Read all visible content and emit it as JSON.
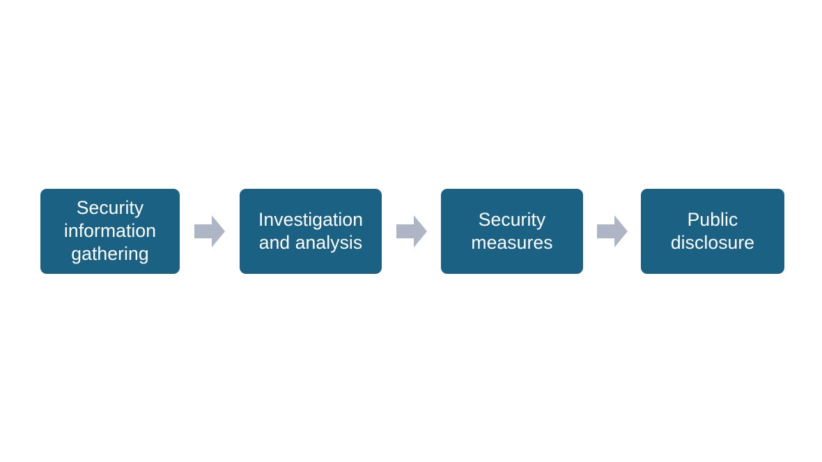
{
  "diagram": {
    "type": "process-flow",
    "orientation": "horizontal",
    "background_color": "#ffffff",
    "box_color": "#1b6184",
    "box_text_color": "#ffffff",
    "arrow_color": "#aeb6c6",
    "stages": [
      {
        "id": "security-information-gathering",
        "label": "Security\ninformation\ngathering",
        "order": 1
      },
      {
        "id": "investigation-and-analysis",
        "label": "Investigation\nand analysis",
        "order": 2
      },
      {
        "id": "security-measures",
        "label": "Security\nmeasures",
        "order": 3
      },
      {
        "id": "public-disclosure",
        "label": "Public\ndisclosure",
        "order": 4
      }
    ],
    "connectors": [
      {
        "id": "arrow-1",
        "from": "security-information-gathering",
        "to": "investigation-and-analysis",
        "shape": "right-block-arrow"
      },
      {
        "id": "arrow-2",
        "from": "investigation-and-analysis",
        "to": "security-measures",
        "shape": "right-block-arrow"
      },
      {
        "id": "arrow-3",
        "from": "security-measures",
        "to": "public-disclosure",
        "shape": "right-block-arrow"
      }
    ]
  }
}
